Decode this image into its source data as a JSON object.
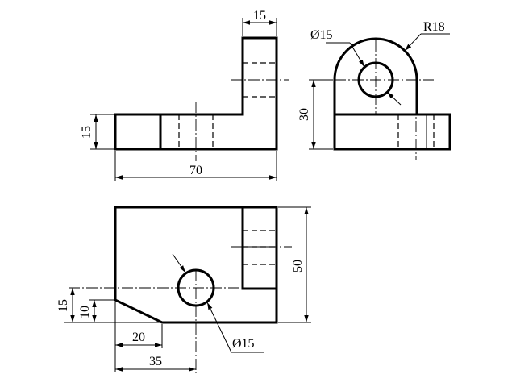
{
  "dimensions": {
    "top_width": "15",
    "front_height": "15",
    "front_length": "70",
    "side_hole_dia": "Ø15",
    "side_radius": "R18",
    "side_height": "30",
    "plan_depth": "50",
    "plan_chamfer_total": "15",
    "plan_chamfer_inner": "10",
    "plan_chamfer_len": "20",
    "plan_hole_pos": "35",
    "plan_hole_dia": "Ø15"
  },
  "colors": {
    "line": "#000000",
    "background": "#ffffff"
  }
}
